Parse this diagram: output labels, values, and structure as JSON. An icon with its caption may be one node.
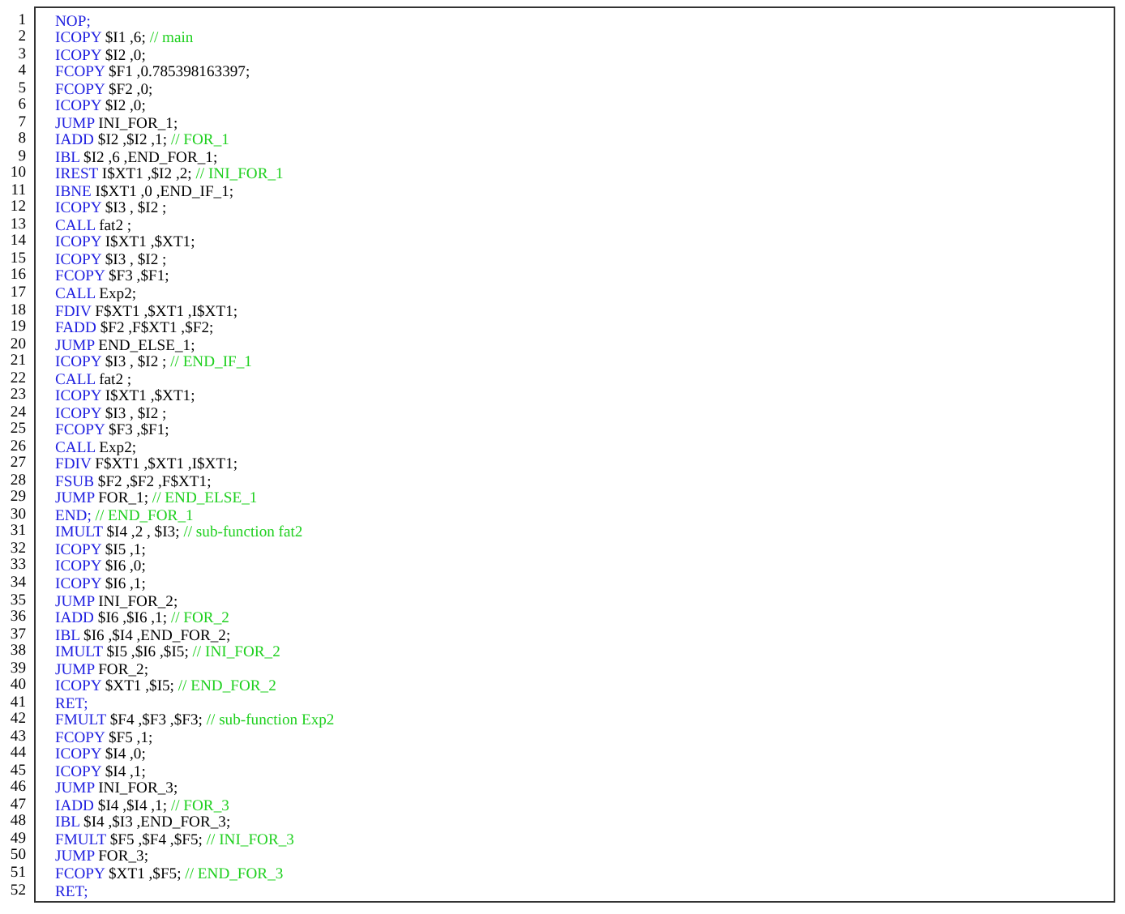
{
  "diagram": {
    "nodes": [
      {
        "text": [],
        "shape": "box"
      }
    ],
    "edges": [],
    "labels": [
      "1",
      "NOP;",
      "2",
      "ICOPY",
      "$I1 ,6;",
      "// main",
      "3",
      "ICOPY",
      "$I2 ,0;",
      "4",
      "FCOPY",
      "$F1 ,0.785398163397;",
      "5",
      "FCOPY",
      "$F2 ,0;",
      "6",
      "ICOPY",
      "$I2 ,0;",
      "7",
      "JUMP",
      "INI_FOR_1;",
      "8",
      "IADD",
      "$I2 ,$I2 ,1;",
      "// FOR_1",
      "9",
      "IBL",
      "$I2 ,6 ,END_FOR_1;",
      "10",
      "IREST",
      "I$XT1 ,$I2 ,2;",
      "// INI_FOR_1",
      "11",
      "IBNE",
      "I$XT1 ,0 ,END_IF_1;",
      "12",
      "ICOPY",
      "$I3 , $I2 ;",
      "13",
      "CALL",
      "fat2 ;",
      "14",
      "ICOPY",
      "I$XT1 ,$XT1;",
      "15",
      "ICOPY",
      "$I3 , $I2 ;",
      "16",
      "FCOPY",
      "$F3 ,$F1;",
      "17",
      "CALL",
      "Exp2;",
      "18",
      "FDIV",
      "F$XT1 ,$XT1 ,I$XT1;",
      "19",
      "FADD",
      "$F2 ,F$XT1 ,$F2;",
      "20",
      "JUMP",
      "END_ELSE_1;",
      "21",
      "ICOPY",
      "$I3 , $I2 ;",
      "// END_IF_1",
      "22",
      "CALL",
      "fat2 ;",
      "23",
      "ICOPY",
      "I$XT1 ,$XT1;",
      "24",
      "ICOPY",
      "$I3 , $I2 ;",
      "25",
      "FCOPY",
      "$F3 ,$F1;",
      "26",
      "CALL",
      "Exp2;",
      "27",
      "FDIV",
      "F$XT1 ,$XT1 ,I$XT1;",
      "28",
      "FSUB",
      "$F2 ,$F2 ,F$XT1;",
      "29",
      "JUMP",
      "FOR_1;",
      "// END_ELSE_1",
      "30",
      "END;",
      "// END_FOR_1",
      "31",
      "IMULT",
      "$I4 ,2 , $I3;",
      "// sub-function fat2",
      "32",
      "ICOPY",
      "$I5 ,1;",
      "33",
      "ICOPY",
      "$I6 ,0;",
      "34",
      "ICOPY",
      "$I6 ,1;",
      "35",
      "JUMP",
      "INI_FOR_2;",
      "36",
      "IADD",
      "$I6 ,$I6 ,1;",
      "// FOR_2",
      "37",
      "IBL",
      "$I6 ,$I4 ,END_FOR_2;",
      "38",
      "IMULT",
      "$I5 ,$I6 ,$I5;",
      "// INI_FOR_2",
      "39",
      "JUMP",
      "FOR_2;",
      "40",
      "ICOPY",
      "$XT1 ,$I5;",
      "// END_FOR_2",
      "41",
      "RET;",
      "42",
      "FMULT",
      "$F4 ,$F3 ,$F3;",
      "// sub-function Exp2",
      "43",
      "FCOPY",
      "$F5 ,1;",
      "44",
      "ICOPY",
      "$I4 ,0;",
      "45",
      "ICOPY",
      "$I4 ,1;",
      "46",
      "JUMP",
      "INI_FOR_3;",
      "47",
      "IADD",
      "$I4 ,$I4 ,1;",
      "// FOR_3",
      "48",
      "IBL",
      "$I4 ,$I3 ,END_FOR_3;",
      "49",
      "FMULT",
      "$F5 ,$F4 ,$F5;",
      "// INI_FOR_3",
      "50",
      "JUMP",
      "FOR_3;",
      "51",
      "FCOPY",
      "$XT1 ,$F5;",
      "// END_FOR_3",
      "52",
      "RET;"
    ]
  }
}
